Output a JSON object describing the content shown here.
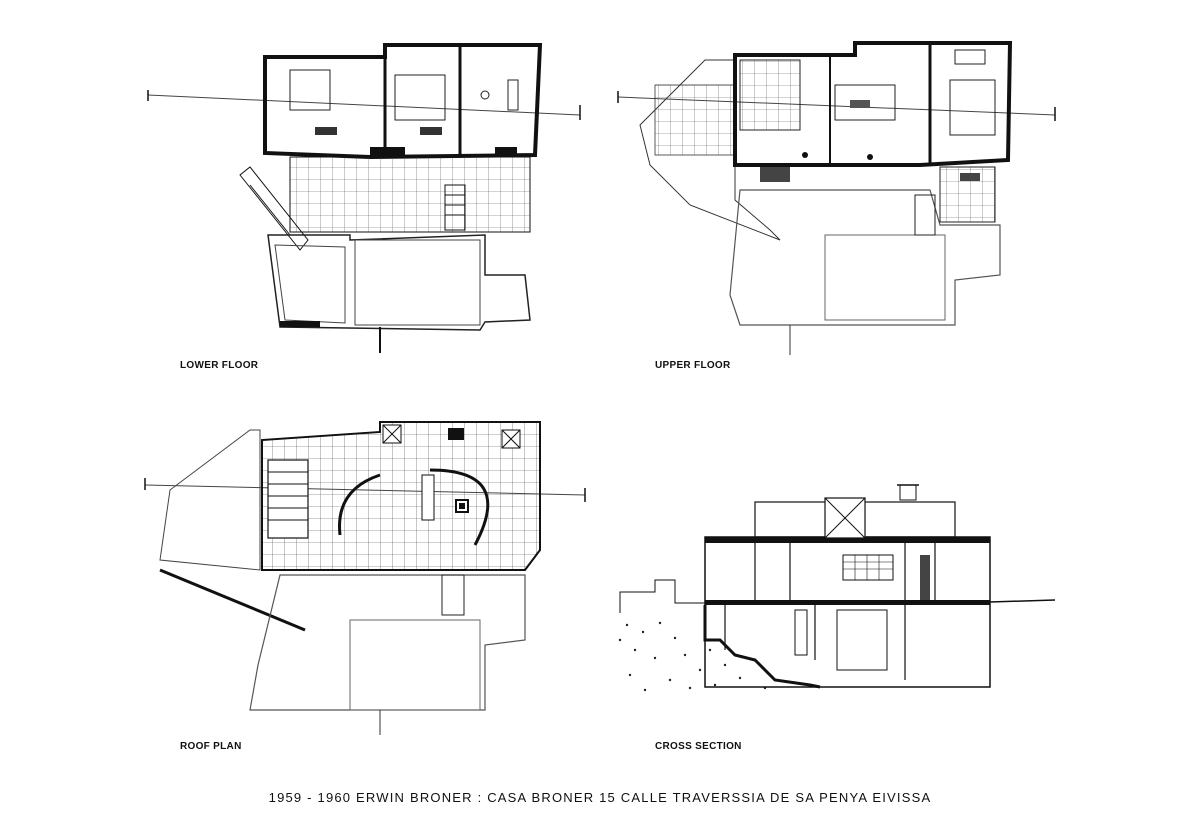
{
  "labels": {
    "lower_floor": "LOWER FLOOR",
    "upper_floor": "UPPER FLOOR",
    "roof_plan": "ROOF PLAN",
    "cross_section": "CROSS SECTION"
  },
  "caption": "1959 - 1960 ERWIN BRONER  : CASA BRONER 15 CALLE TRAVERSSIA DE SA PENYA EIVISSA"
}
